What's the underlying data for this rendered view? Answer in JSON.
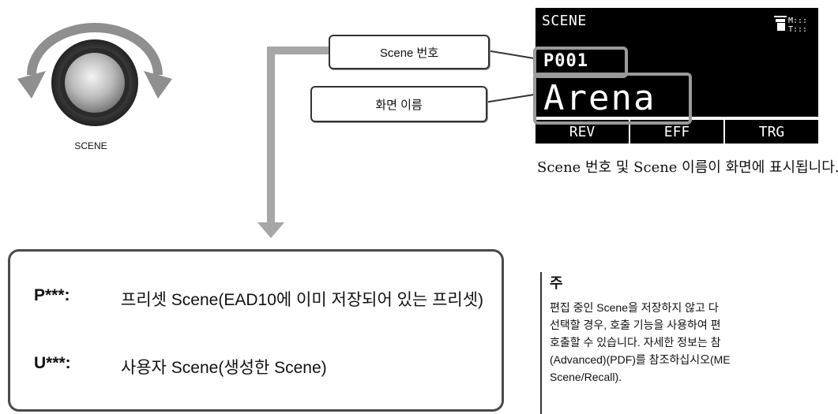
{
  "knob": {
    "label": "SCENE"
  },
  "callouts": {
    "scene_number": "Scene 번호",
    "scene_name": "화면 이름"
  },
  "lcd": {
    "header": "SCENE",
    "scene_number": "P001",
    "scene_name": "Arena",
    "menu": [
      "REV",
      "EFF",
      "TRG"
    ]
  },
  "lcd_caption": "Scene 번호 및 Scene 이름이 화면에 표시됩니다.",
  "presets": [
    {
      "code": "P***:",
      "description": "프리셋 Scene(EAD10에 이미 저장되어 있는 프리셋)"
    },
    {
      "code": "U***:",
      "description": "사용자 Scene(생성한 Scene)"
    }
  ],
  "note": {
    "title": "주",
    "body": "편집 중인 Scene을 저장하지 않고 다\n선택할 경우, 호출 기능을 사용하여 편\n호출할 수 있습니다. 자세한 정보는 참\n(Advanced)(PDF)를 참조하십시오(ME\nScene/Recall)."
  },
  "colors": {
    "connector_gray": "#a6a6a6",
    "highlight_gray": "#9a9a9a",
    "lcd_bg": "#000000"
  }
}
